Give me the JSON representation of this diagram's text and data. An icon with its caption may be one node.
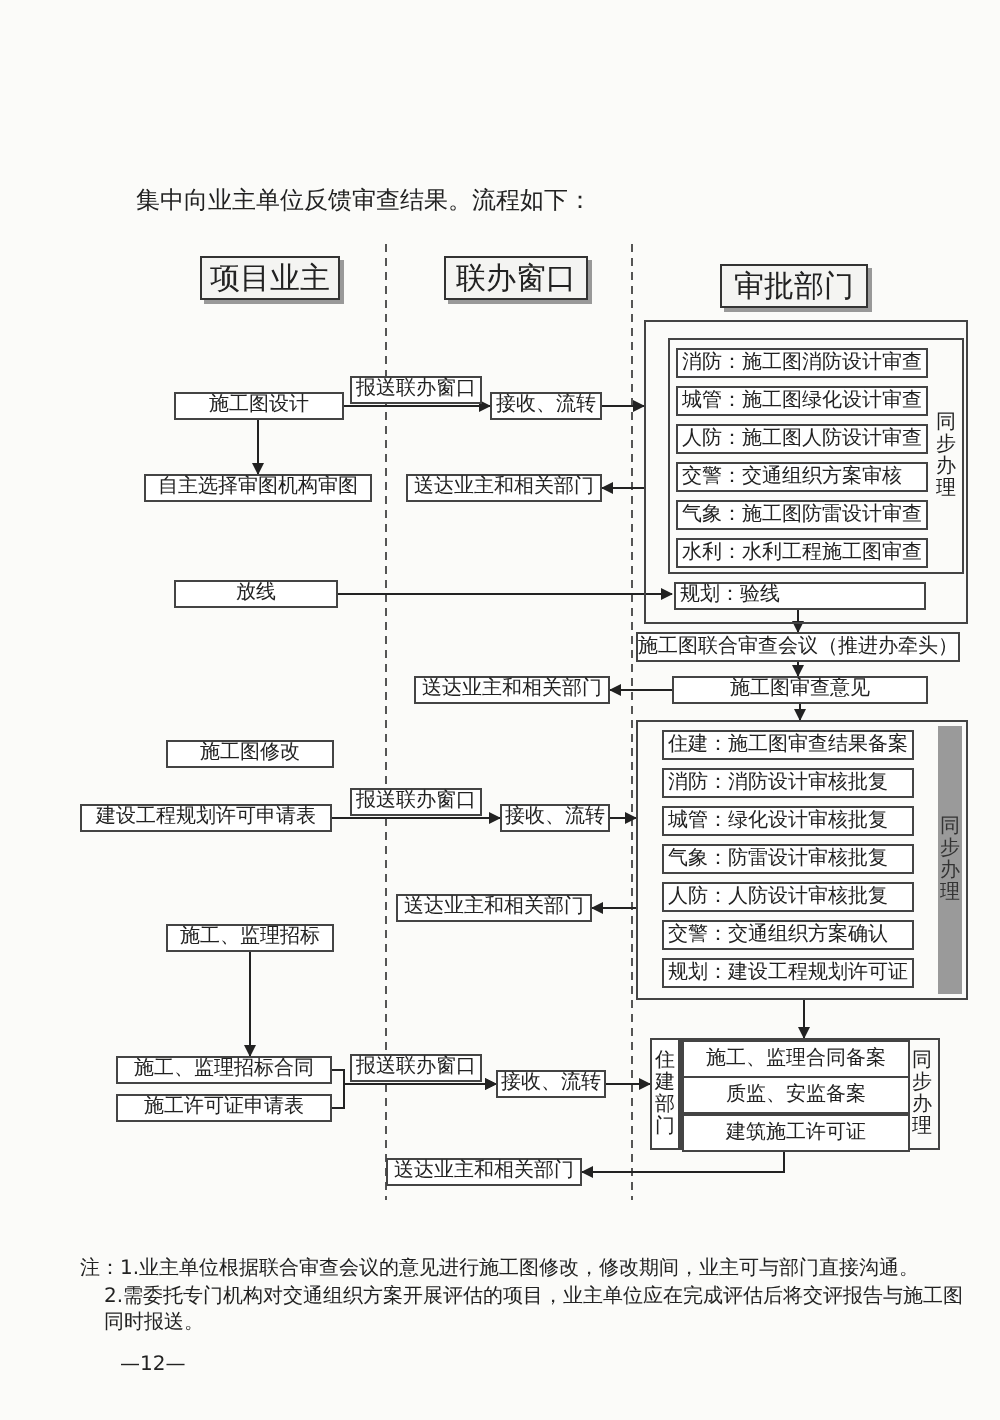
{
  "diagram": {
    "nodes": [
      {
        "text": [
          "项目业主"
        ]
      },
      {
        "text": [
          "联办窗口"
        ]
      },
      {
        "text": [
          "审批部门"
        ]
      },
      {
        "text": [],
        "shape": "box"
      },
      {
        "text": [
          "同步办理"
        ],
        "in": 3
      },
      {
        "text": [
          "消防：施工图消防设计审查"
        ],
        "in": 4
      },
      {
        "text": [
          "城管：施工图绿化设计审查"
        ],
        "in": 4
      },
      {
        "text": [
          "人防：施工图人防设计审查"
        ],
        "in": 4
      },
      {
        "text": [
          "交警：交通组织方案审核"
        ],
        "in": 4
      },
      {
        "text": [
          "气象：施工图防雷设计审查"
        ],
        "in": 4
      },
      {
        "text": [
          "水利：水利工程施工图审查"
        ],
        "in": 4
      },
      {
        "text": [
          "规划：验线"
        ],
        "in": 3
      },
      {
        "text": [
          "施工图设计"
        ]
      },
      {
        "text": [
          "接收、流转"
        ]
      },
      {
        "text": [
          "自主选择审图机构审图"
        ]
      },
      {
        "text": [
          "送达业主和相关部门"
        ]
      },
      {
        "text": [
          "放线"
        ]
      },
      {
        "text": [
          "施工图联合审查会议（推进办牵头）"
        ]
      },
      {
        "text": [
          "施工图审查意见"
        ]
      },
      {
        "text": [
          "送达业主和相关部门"
        ]
      },
      {
        "text": [
          "同步办理"
        ]
      },
      {
        "text": [
          "住建：施工图审查结果备案"
        ],
        "in": 20
      },
      {
        "text": [
          "消防：消防设计审核批复"
        ],
        "in": 20
      },
      {
        "text": [
          "城管：绿化设计审核批复"
        ],
        "in": 20
      },
      {
        "text": [
          "气象：防雷设计审核批复"
        ],
        "in": 20
      },
      {
        "text": [
          "人防：人防设计审核批复"
        ],
        "in": 20
      },
      {
        "text": [
          "交警：交通组织方案确认"
        ],
        "in": 20
      },
      {
        "text": [
          "规划：建设工程规划许可证"
        ],
        "in": 20
      },
      {
        "text": [
          "施工图修改"
        ]
      },
      {
        "text": [
          "建设工程规划许可申请表"
        ]
      },
      {
        "text": [
          "接收、流转"
        ]
      },
      {
        "text": [
          "送达业主和相关部门"
        ]
      },
      {
        "text": [
          "施工、监理招标"
        ]
      },
      {
        "text": [
          "住建部门"
        ]
      },
      {
        "text": [
          "同步办理"
        ]
      },
      {
        "text": [
          "施工、监理合同备案"
        ],
        "in": 34
      },
      {
        "text": [
          "质监、安监备案"
        ],
        "in": 34
      },
      {
        "text": [
          "建筑施工许可证"
        ],
        "in": 34
      },
      {
        "text": [
          "施工、监理招标合同"
        ]
      },
      {
        "text": [
          "施工许可证申请表"
        ]
      },
      {
        "text": [
          "接收、流转"
        ]
      },
      {
        "text": [
          "送达业主和相关部门"
        ]
      }
    ],
    "edges": [
      {
        "from": 12,
        "to": 13,
        "arrow": "to",
        "label": "报送联办窗口"
      },
      {
        "from": 13,
        "to": 3,
        "arrow": "to"
      },
      {
        "from": 12,
        "to": 14,
        "arrow": "to"
      },
      {
        "from": 3,
        "to": 15,
        "arrow": "to"
      },
      {
        "from": 16,
        "to": 11,
        "arrow": "to"
      },
      {
        "from": 11,
        "to": 17,
        "arrow": "to"
      },
      {
        "from": 17,
        "to": 18,
        "arrow": "to"
      },
      {
        "from": 18,
        "to": 19,
        "arrow": "to"
      },
      {
        "from": 18,
        "to": 20,
        "arrow": "to"
      },
      {
        "from": 29,
        "to": 30,
        "arrow": "to",
        "label": "报送联办窗口"
      },
      {
        "from": 30,
        "to": 20,
        "arrow": "to"
      },
      {
        "from": 20,
        "to": 31,
        "arrow": "to"
      },
      {
        "from": 32,
        "to": 38,
        "arrow": "to"
      },
      {
        "from": 38,
        "to": 40,
        "arrow": "to",
        "label": "报送联办窗口"
      },
      {
        "from": 39,
        "to": 40,
        "arrow": "to"
      },
      {
        "from": 40,
        "to": 33,
        "arrow": "to"
      },
      {
        "from": 20,
        "to": 34,
        "arrow": "to"
      },
      {
        "from": 37,
        "to": 41,
        "arrow": "to"
      }
    ],
    "labels": [
      "集中向业主单位反馈审查结果。流程如下：",
      "注：1.业主单位根据联合审查会议的意见进行施工图修改，修改期间，业主可与部门直接沟通。",
      "2.需委托专门机构对交通组织方案开展评估的项目，业主单位应在完成评估后将交评报告与施工图同时报送。",
      "—12—"
    ]
  }
}
